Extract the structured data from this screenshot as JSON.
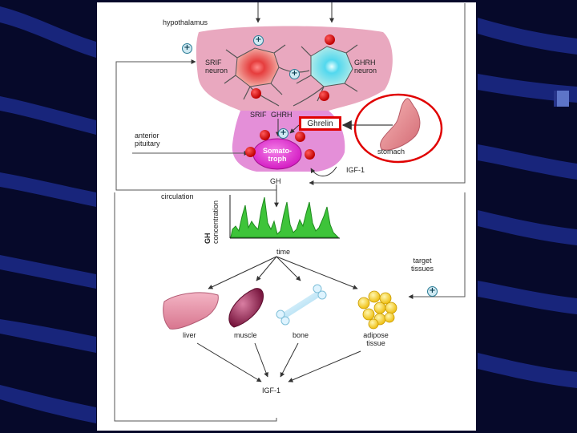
{
  "labels": {
    "hypothalamus": "hypothalamus",
    "srif_neuron_1": "SRIF",
    "srif_neuron_2": "neuron",
    "ghrh_neuron_1": "GHRH",
    "ghrh_neuron_2": "neuron",
    "srif": "SRIF",
    "ghrh": "GHRH",
    "ghrelin": "Ghrelin",
    "stomach": "stomach",
    "anterior_pituitary_1": "anterior",
    "anterior_pituitary_2": "pituitary",
    "somatotroph_1": "Somato-",
    "somatotroph_2": "troph",
    "igf1_feedback": "IGF-1",
    "gh": "GH",
    "circulation": "circulation",
    "gh_concentration_1": "GH",
    "gh_concentration_2": "concentration",
    "time": "time",
    "target_tissues_1": "target",
    "target_tissues_2": "tissues",
    "liver": "liver",
    "muscle": "muscle",
    "bone": "bone",
    "adipose_1": "adipose",
    "adipose_2": "tissue",
    "igf1_bottom": "IGF-1"
  },
  "symbols": {
    "stimulatory": "+"
  },
  "colors": {
    "background": "#06092a",
    "hypothalamus": "#e9a8bf",
    "pituitary": "#e48fd8",
    "somatotroph": "#e12fd0",
    "ghrelin_highlight": "#e00000",
    "gh_pulse_fill": "#3ec43a"
  }
}
